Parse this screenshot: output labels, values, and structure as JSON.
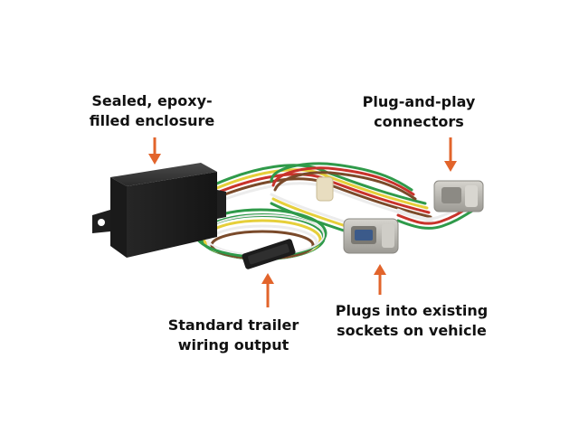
{
  "callouts": {
    "enclosure": {
      "line1": "Sealed, epoxy-",
      "line2": "filled enclosure"
    },
    "connectors": {
      "line1": "Plug-and-play",
      "line2": "connectors"
    },
    "output": {
      "line1": "Standard trailer",
      "line2": "wiring output"
    },
    "plugs": {
      "line1": "Plugs into existing",
      "line2": "sockets on vehicle"
    }
  },
  "colors": {
    "arrow": "#E2642B",
    "module": "#2b2b2b",
    "wire_green": "#2f9a4a",
    "wire_yellow": "#e6cf3a",
    "wire_white": "#ececec",
    "wire_brown": "#7a4a2a",
    "wire_red": "#c8332b",
    "connector_gray": "#b8b6b0"
  }
}
